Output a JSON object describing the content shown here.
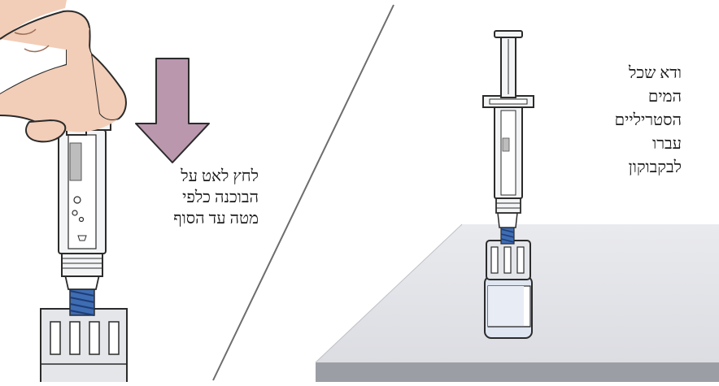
{
  "panels": {
    "left": {
      "caption_lines": [
        "לחץ לאט על",
        "הבוכנה כלפי",
        "מטה עד הסוף"
      ],
      "arrow_direction": "down",
      "arrow_color": "#bb97ae"
    },
    "right": {
      "caption_lines": [
        "ודא שכל",
        "המים",
        "הסטריליים",
        "עברו",
        "לבקבוקון"
      ],
      "table_color": "#e2e3e7",
      "table_edge_color": "#9b9ea4"
    }
  },
  "colors": {
    "outline": "#2b2b2b",
    "skin": "#f2cdb7",
    "syringe_fill": "#f3f4f5",
    "blue_spring": "#3f6db3",
    "vial_cap": "#e4e6ea",
    "vial_liquid": "#dfe5f1"
  }
}
